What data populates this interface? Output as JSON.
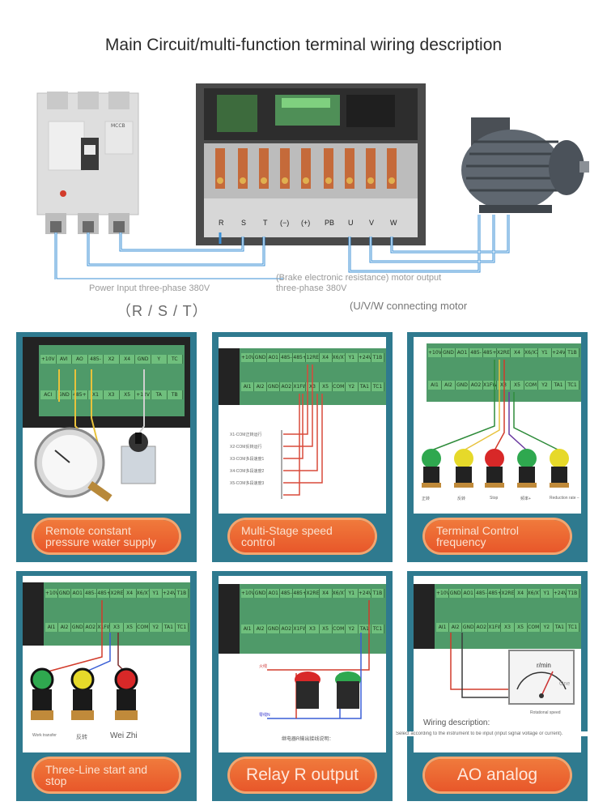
{
  "title": "Main Circuit/multi-function terminal wiring description",
  "top": {
    "power_caption": "Power Input three-phase 380V",
    "rst_caption": "（R / S / T）",
    "brake_line1": "(Brake electronic resistance) motor output",
    "brake_line2": "three-phase 380V",
    "uvw_caption": "(U/V/W connecting motor",
    "mccb_label": "MCCB",
    "terminals": [
      "R",
      "S",
      "T",
      "(−)",
      "(+)",
      "PB",
      "U",
      "V",
      "W"
    ]
  },
  "panels": [
    {
      "label": "Remote constant pressure water supply",
      "top_terminals": [
        "+10V",
        "AVI",
        "AO",
        "485-",
        "X2",
        "X4",
        "GND",
        "Y",
        "TC"
      ],
      "bottom_terminals": [
        "ACI",
        "GND",
        "485+",
        "X1",
        "X3",
        "X5",
        "+12V",
        "TA",
        "TB"
      ]
    },
    {
      "label": "Multi-Stage speed control",
      "top_terminals": [
        "+10V",
        "GND",
        "AO1",
        "485-",
        "485+",
        "12REV",
        "X4",
        "X6/X7",
        "Y1",
        "+24V",
        "T1B"
      ],
      "bottom_terminals": [
        "AI1",
        "AI2",
        "GND",
        "AO2",
        "X1FWD",
        "X3",
        "X5",
        "COM",
        "Y2",
        "TA1",
        "TC1"
      ],
      "notes": [
        "X1-COM正转运行",
        "X2-COM反转运行",
        "X3-COM多段速度1",
        "X4-COM多段速度2",
        "X5-COM多段速度3"
      ]
    },
    {
      "label": "Terminal Control frequency",
      "top_terminals": [
        "+10V",
        "GND",
        "AO1",
        "485-",
        "485+",
        "X2REV",
        "X4",
        "X6/X7",
        "Y1",
        "+24V",
        "T1B"
      ],
      "bottom_terminals": [
        "AI1",
        "AI2",
        "GND",
        "AO2",
        "X1FWD",
        "X3",
        "X5",
        "COM",
        "Y2",
        "TA1",
        "TC1"
      ],
      "button_labels": [
        "正转",
        "反转",
        "Stop",
        "频率+",
        "Reduction rate −"
      ]
    },
    {
      "label": "Three-Line start and stop",
      "top_terminals": [
        "+10V",
        "GND",
        "AO1",
        "485-",
        "485+",
        "X2REV",
        "X4",
        "X6/X7",
        "Y1",
        "+24V",
        "T1B"
      ],
      "bottom_terminals": [
        "AI1",
        "AI2",
        "GND",
        "AO2",
        "X1FWD",
        "X3",
        "X5",
        "COM",
        "Y2",
        "TA1",
        "TC1"
      ],
      "button_labels": [
        "Work transfer",
        "反转",
        "Wei Zhi"
      ]
    },
    {
      "label": "Relay R output",
      "top_terminals": [
        "+10V",
        "GND",
        "AO1",
        "485-",
        "485+",
        "X2REV",
        "X4",
        "X6/X7",
        "Y1",
        "+24V",
        "T1B"
      ],
      "bottom_terminals": [
        "AI1",
        "AI2",
        "GND",
        "AO2",
        "X1FWD",
        "X3",
        "X5",
        "COM",
        "Y2",
        "TA1",
        "TC1"
      ],
      "notes": [
        "火线",
        "零线N"
      ],
      "desc": "继电器R输出接线说明："
    },
    {
      "label": "AO analog",
      "top_terminals": [
        "+10V",
        "GND",
        "AO1",
        "485-",
        "485+",
        "X2REV",
        "X4",
        "X6/X7",
        "Y1",
        "+24V",
        "T1B"
      ],
      "bottom_terminals": [
        "AI1",
        "AI2",
        "GND",
        "AO2",
        "X1FWD",
        "X3",
        "X5",
        "COM",
        "Y2",
        "TA1",
        "TC1"
      ],
      "meter_unit": "r/min",
      "meter_label": "Rotational speed",
      "meter_corner": "One",
      "wiring_title": "Wiring description:",
      "wiring_desc": "Select according to the instrument to be input (input signal voltage or current)."
    }
  ],
  "colors": {
    "panel_frame": "#2f7a8f",
    "pill": "#e8572a",
    "wire": "#3a8fd6",
    "terminal_green": "#6fbf7d"
  }
}
